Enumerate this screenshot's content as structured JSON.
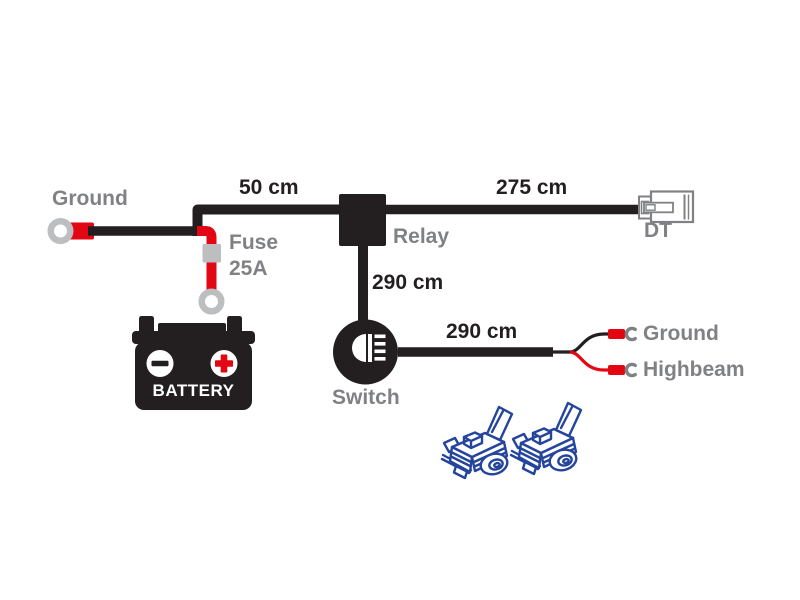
{
  "labels": {
    "ground_top": "Ground",
    "length_battery_relay": "50 cm",
    "fuse_name": "Fuse",
    "fuse_rating": "25A",
    "battery": "BATTERY",
    "relay": "Relay",
    "length_relay_dt": "275 cm",
    "dt_connector": "DT",
    "length_relay_switch": "290 cm",
    "switch": "Switch",
    "length_switch_outputs": "290 cm",
    "output_ground": "Ground",
    "output_highbeam": "Highbeam"
  },
  "colors": {
    "wire_black": "#231f20",
    "wire_red": "#e30613",
    "label_grey": "#808184",
    "terminal_grey": "#bcbec0",
    "connector_blue": "#24459b",
    "background": "#ffffff"
  }
}
